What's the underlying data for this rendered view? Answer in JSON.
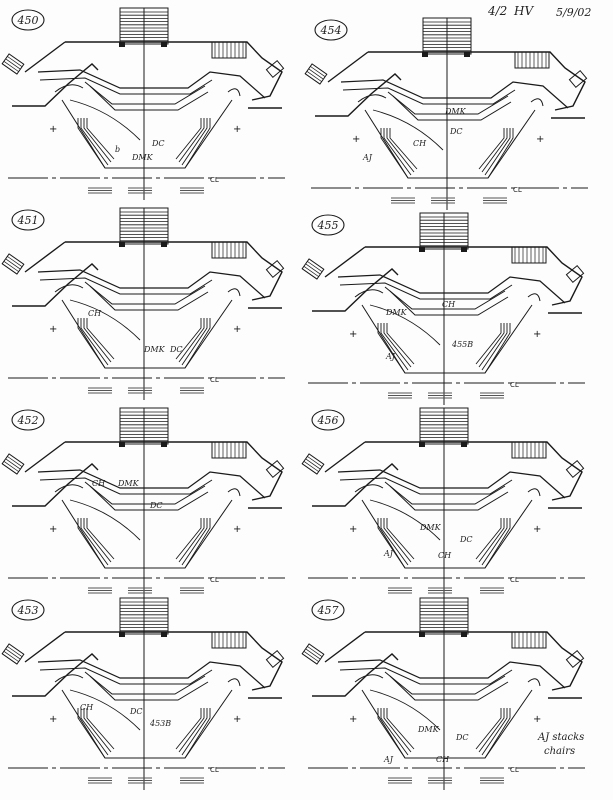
{
  "header": {
    "page": "4/2",
    "initials": "HV",
    "date": "5/9/02"
  },
  "centerline_label": "CL",
  "panels": [
    {
      "cue": "450",
      "notes": [
        "b",
        "DC",
        "DMK"
      ]
    },
    {
      "cue": "454",
      "notes": [
        "DMK",
        "DC",
        "CH",
        "AJ"
      ]
    },
    {
      "cue": "451",
      "notes": [
        "CH",
        "DMK",
        "DC"
      ]
    },
    {
      "cue": "455",
      "notes": [
        "CH",
        "DMK",
        "455B",
        "AJ"
      ]
    },
    {
      "cue": "452",
      "notes": [
        "CH",
        "DMK",
        "DC"
      ]
    },
    {
      "cue": "456",
      "notes": [
        "DMK",
        "DC",
        "CH",
        "AJ"
      ]
    },
    {
      "cue": "453",
      "notes": [
        "CH",
        "DC",
        "453B"
      ]
    },
    {
      "cue": "457",
      "notes": [
        "DMK",
        "DC",
        "CH",
        "AJ",
        "AJ stacks",
        "chairs"
      ]
    }
  ],
  "colors": {
    "ink": "#1a1a1a",
    "paper": "#fdfdfd"
  }
}
